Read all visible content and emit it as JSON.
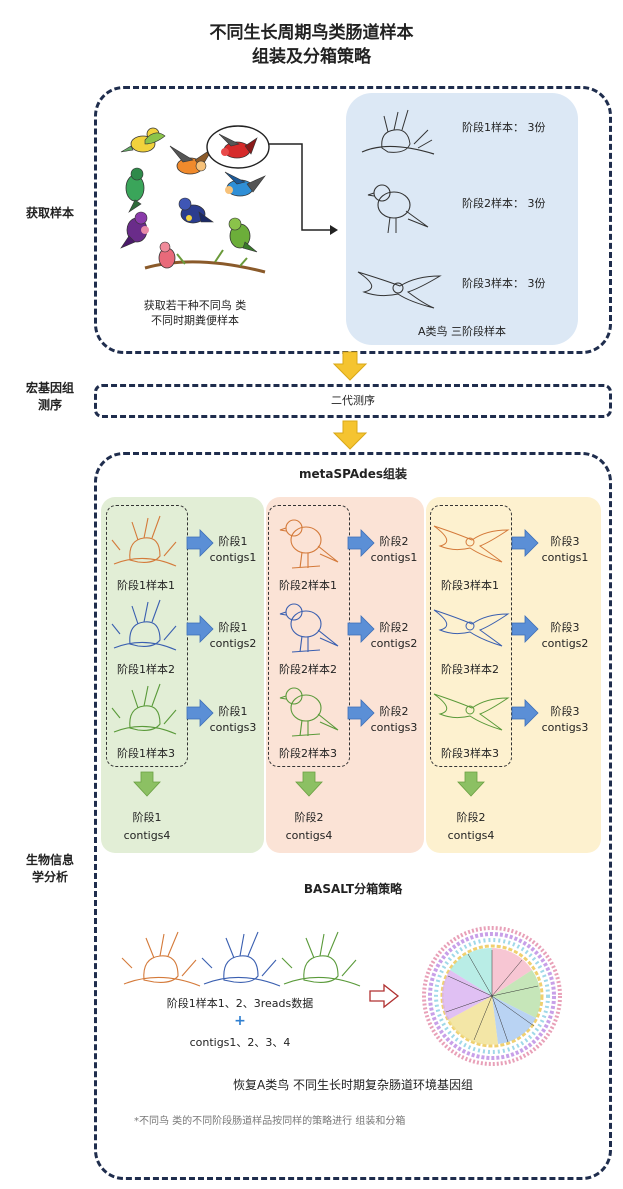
{
  "title": {
    "line1": "不同生长周期鸟类肠道样本",
    "line2": "组装及分箱策略"
  },
  "sections": {
    "sampling": "获取样本",
    "sequencing_l1": "宏基因组",
    "sequencing_l2": "测序",
    "bio_l1": "生物信息",
    "bio_l2": "学分析"
  },
  "sampling": {
    "left_caption_l1": "获取若干种不同鸟 类",
    "left_caption_l2": "不同时期粪便样本",
    "stage1": "阶段1样本： 3份",
    "stage2": "阶段2样本： 3份",
    "stage3": "阶段3样本： 3份",
    "right_caption": "A类鸟 三阶段样本"
  },
  "sequencing": {
    "label": "二代测序"
  },
  "assembly": {
    "title": "metaSPAdes组装",
    "columns": [
      {
        "samples": [
          "阶段1样本1",
          "阶段1样本2",
          "阶段1样本3"
        ],
        "contigs": [
          [
            "阶段1",
            "contigs1"
          ],
          [
            "阶段1",
            "contigs2"
          ],
          [
            "阶段1",
            "contigs3"
          ]
        ],
        "merged": [
          "阶段1",
          "contigs4"
        ]
      },
      {
        "samples": [
          "阶段2样本1",
          "阶段2样本2",
          "阶段2样本3"
        ],
        "contigs": [
          [
            "阶段2",
            "contigs1"
          ],
          [
            "阶段2",
            "contigs2"
          ],
          [
            "阶段2",
            "contigs3"
          ]
        ],
        "merged": [
          "阶段2",
          "contigs4"
        ]
      },
      {
        "samples": [
          "阶段3样本1",
          "阶段3样本2",
          "阶段3样本3"
        ],
        "contigs": [
          [
            "阶段3",
            "contigs1"
          ],
          [
            "阶段3",
            "contigs2"
          ],
          [
            "阶段3",
            "contigs3"
          ]
        ],
        "merged": [
          "阶段2",
          "contigs4"
        ]
      }
    ]
  },
  "binning": {
    "title": "BASALT分箱策略",
    "reads_label": "阶段1样本1、2、3reads数据",
    "plus": "+",
    "contigs_label": "contigs1、2、3、4",
    "result": "恢复A类鸟 不同生长时期复杂肠道环境基因组",
    "footnote": "*不同鸟 类的不同阶段肠道样品按同样的策略进行 组装和分箱"
  },
  "colors": {
    "panel_border": "#1f2d4d",
    "blue_box": "#dce8f5",
    "green_col": "#e2eed6",
    "orange_col": "#fbe3d6",
    "yellow_col": "#fdf1cf",
    "arrow_blue": "#5b8fd6",
    "arrow_green": "#8cc063",
    "arrow_yellow": "#f5c430",
    "bird_orange": "#d47a3a",
    "bird_blue": "#3a5fb0",
    "bird_green": "#5a9a3a"
  }
}
